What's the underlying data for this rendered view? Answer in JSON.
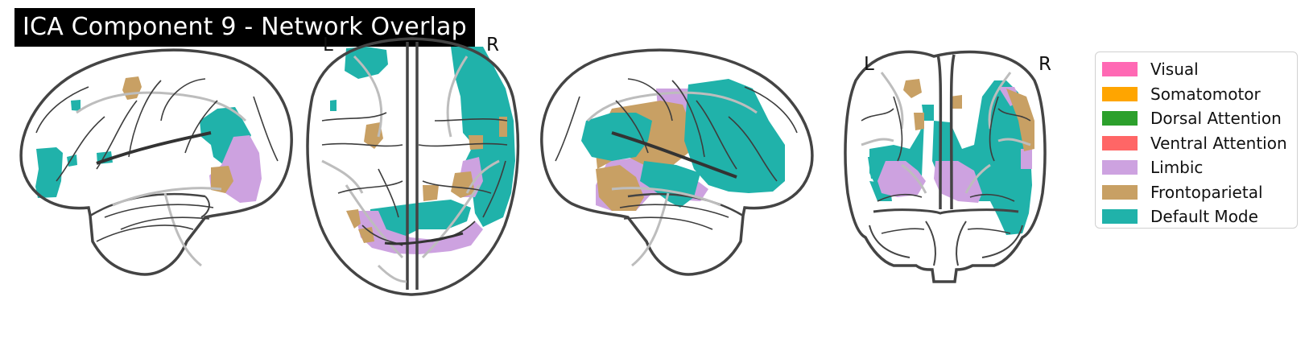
{
  "title": "ICA Component 9 - Network Overlap",
  "views": [
    {
      "name": "sagittal-left",
      "labels": []
    },
    {
      "name": "axial",
      "labels": [
        "L",
        "R"
      ]
    },
    {
      "name": "sagittal-right",
      "labels": []
    },
    {
      "name": "coronal",
      "labels": [
        "L",
        "R"
      ]
    }
  ],
  "legend": [
    {
      "label": "Visual",
      "color": "#ff69b4"
    },
    {
      "label": "Somatomotor",
      "color": "#ffa500"
    },
    {
      "label": "Dorsal Attention",
      "color": "#2ca02c"
    },
    {
      "label": "Ventral Attention",
      "color": "#ff6666"
    },
    {
      "label": "Limbic",
      "color": "#cda2e0"
    },
    {
      "label": "Frontoparietal",
      "color": "#c8a064"
    },
    {
      "label": "Default Mode",
      "color": "#20b2aa"
    }
  ],
  "colors": {
    "outline": "#444444",
    "sulci": "#bdbdbd",
    "background": "#ffffff"
  }
}
